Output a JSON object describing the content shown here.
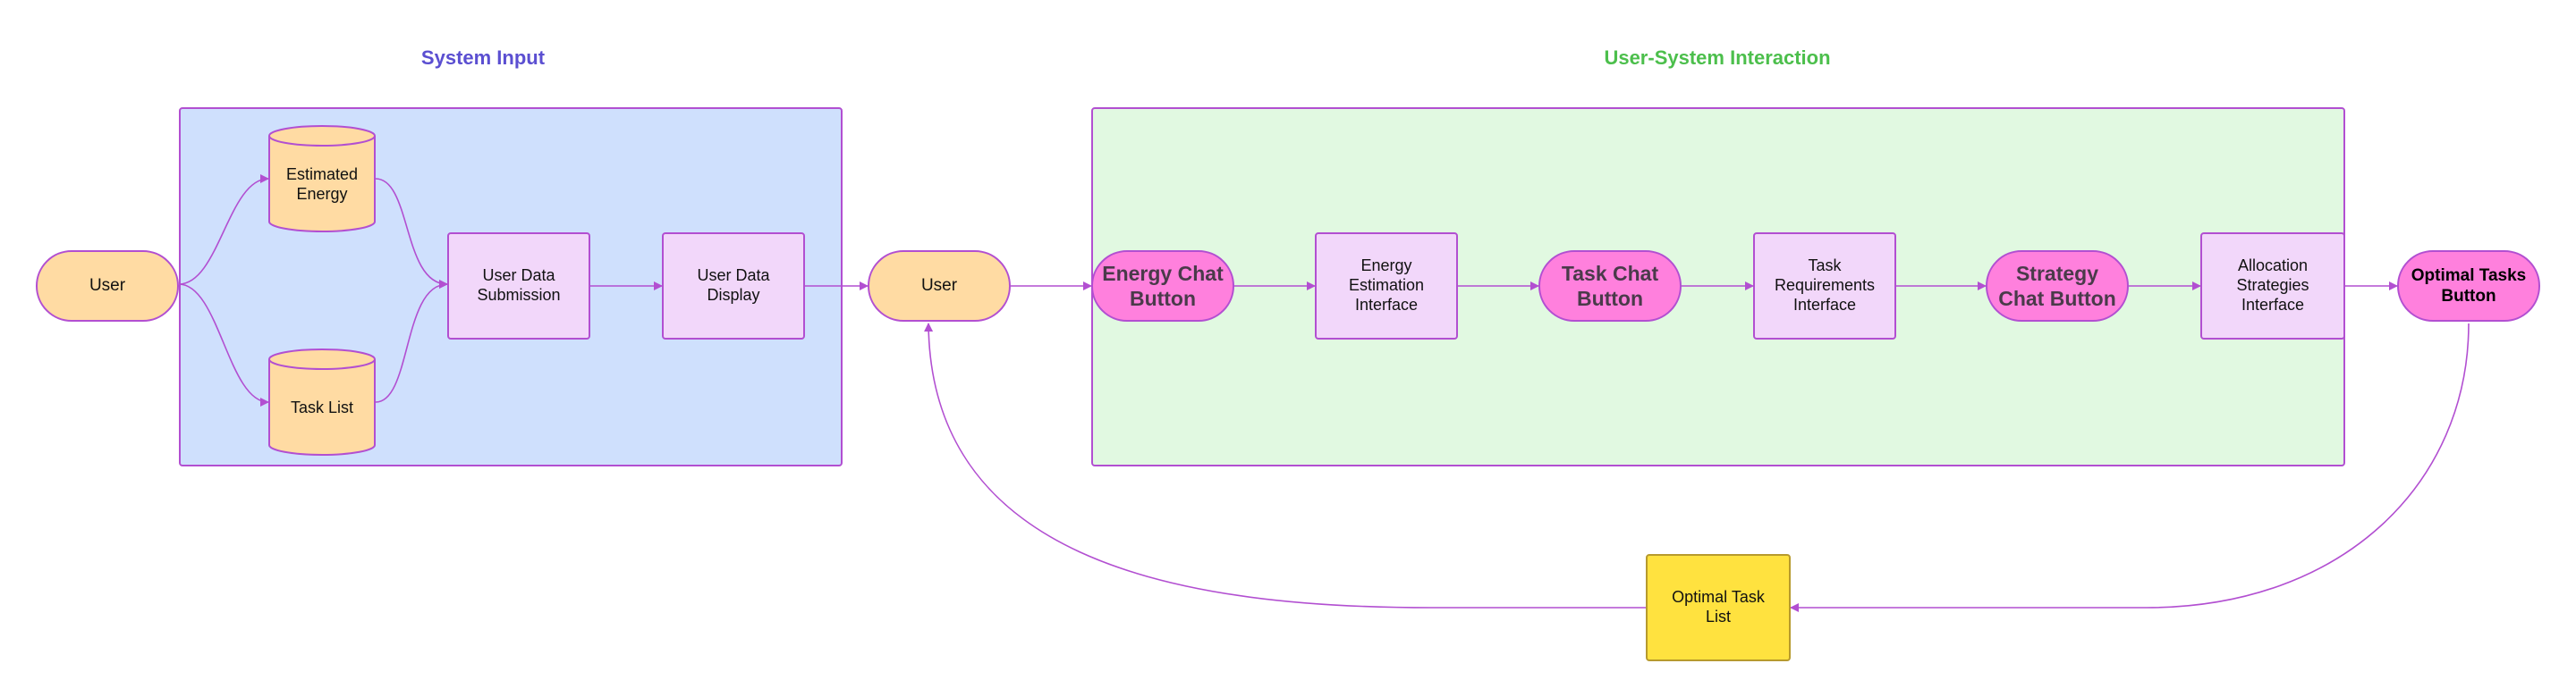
{
  "groups": {
    "system_input": {
      "title": "System Input",
      "title_color": "#5b4fd1",
      "fill": "#cfe0fd"
    },
    "interaction": {
      "title": "User-System Interaction",
      "title_color": "#4cbf4c",
      "fill": "#e1f9e1"
    }
  },
  "nodes": {
    "user_start": "User",
    "estimated_energy": "Estimated\nEnergy",
    "task_list": "Task List",
    "user_data_submission": "User Data\nSubmission",
    "user_data_display": "User Data\nDisplay",
    "user_mid": "User",
    "energy_chat_button": "Energy Chat\nButton",
    "energy_estimation_interface": "Energy\nEstimation\nInterface",
    "task_chat_button": "Task Chat\nButton",
    "task_requirements_interface": "Task\nRequirements\nInterface",
    "strategy_chat_button": "Strategy\nChat Button",
    "allocation_strategies_interface": "Allocation\nStrategies\nInterface",
    "optimal_tasks_button": "Optimal Tasks\nButton",
    "optimal_task_list": "Optimal Task\nList"
  },
  "colors": {
    "edge": "#b24fd1",
    "user_fill": "#ffdba3",
    "button_fill": "#ff80dd",
    "process_fill": "#f2d7fa",
    "result_fill": "#ffe23f"
  }
}
